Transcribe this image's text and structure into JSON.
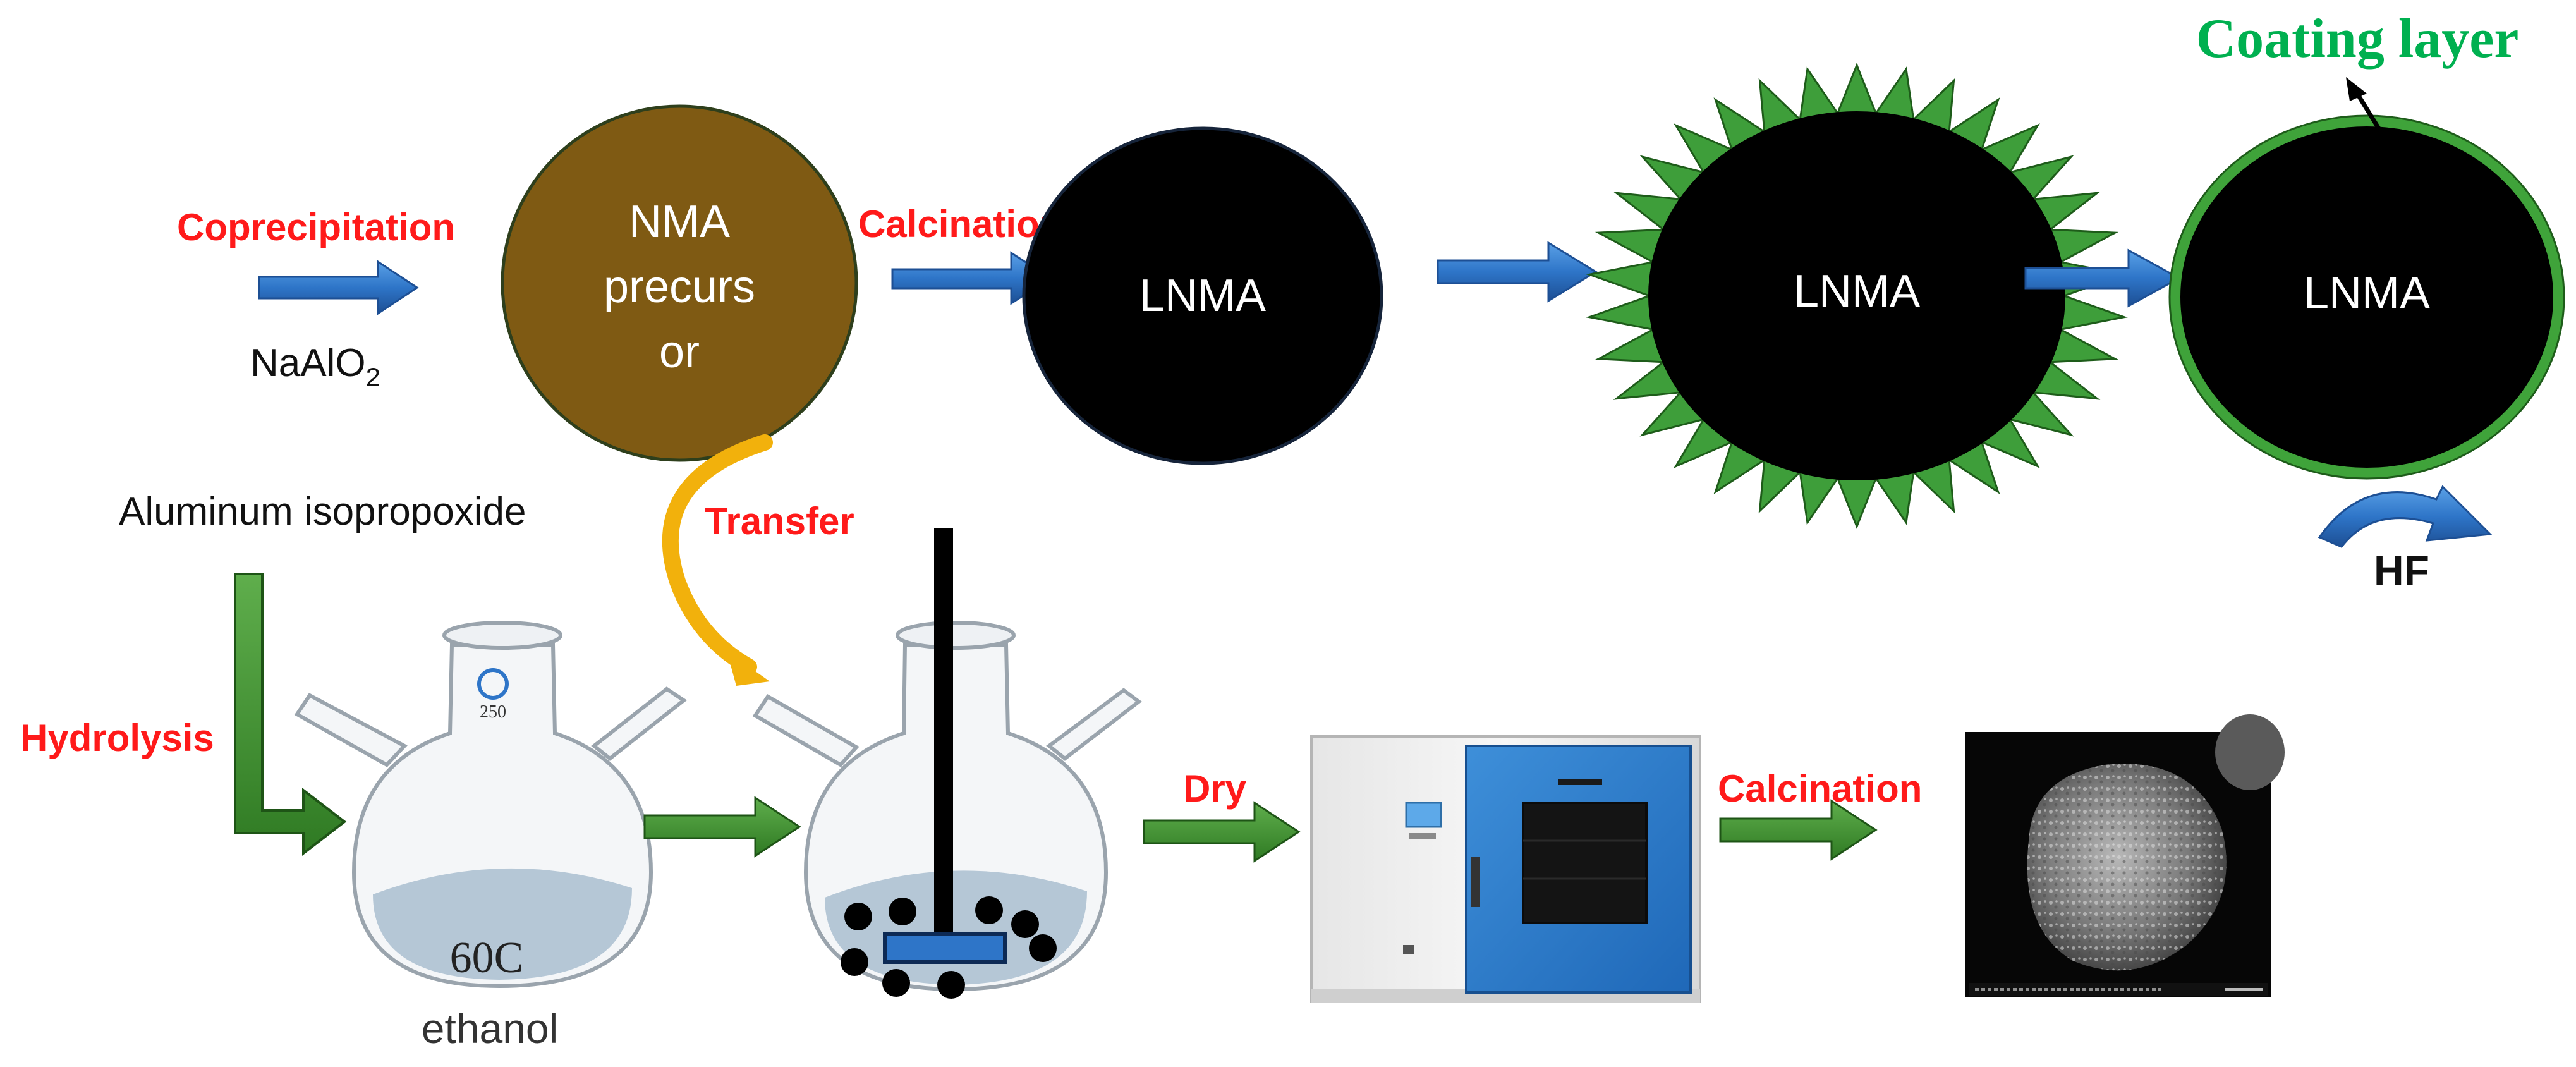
{
  "labels": {
    "coprecipitation": "Coprecipitation",
    "naalo2_main": "NaAlO",
    "naalo2_sub": "2",
    "precursor_line1": "NMA",
    "precursor_line2": "precurs",
    "precursor_line3": "or",
    "calcination_top": "Calcination",
    "lnma_1": "LNMA",
    "lnma_2": "LNMA",
    "lnma_3": "LNMA",
    "coating_layer": "Coating layer",
    "hf": "HF",
    "aluminum_isopropoxide": "Aluminum isopropoxide",
    "transfer": "Transfer",
    "hydrolysis": "Hydrolysis",
    "temperature": "60C",
    "ethanol": "ethanol",
    "flask_marking": "250",
    "dry": "Dry",
    "calcination_bottom": "Calcination"
  },
  "colors": {
    "process_red": "#ff1a1a",
    "coating_green": "#00b050",
    "blue_arrow": "#2e75c8",
    "green_arrow": "#3a8a2c",
    "precursor_brown": "#7f5a13",
    "transfer_yellow": "#f2b10c",
    "spike_green": "#3e9e3a"
  }
}
